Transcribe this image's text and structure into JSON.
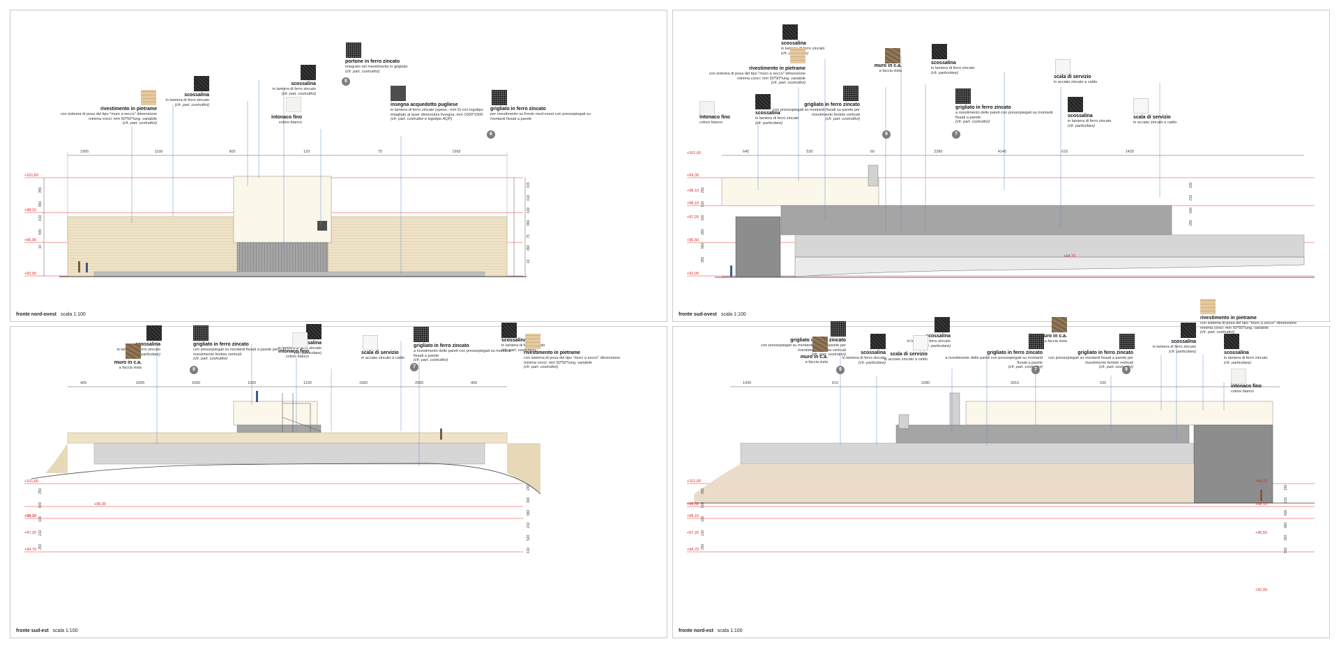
{
  "colors": {
    "stone": "#efe3c7",
    "plaster": "#fbf7ea",
    "grating": "#9b9b9b",
    "concrete": "#d2d2d2",
    "level_red": "#e3312d",
    "leader_blue": "#5f8fc8"
  },
  "panels": [
    {
      "title": "fronte nord-ovest",
      "scale": "scala 1:100",
      "levels": [
        "+101,60",
        "+98,10",
        "+96,00",
        "+92,00"
      ],
      "dims_top": [
        "1965",
        "1100",
        "905",
        "120",
        "75",
        "1965"
      ],
      "dims_left": [
        "355",
        "960",
        "610",
        "540",
        "10"
      ],
      "dims_right": [
        "415",
        "610",
        "100",
        "960",
        "75",
        "390",
        "10"
      ],
      "labels": [
        {
          "title": "rivestimento in pietrame",
          "desc": "con sistema di posa del tipo \"muro a secco\" dimensione minima conci: mm 50*50*lung. variabile",
          "note": "(cfr. part. costruttivi)"
        },
        {
          "title": "scossalina",
          "desc": "in lamiera di ferro zincato",
          "note": "(cfr. part. costruttivi)"
        },
        {
          "title": "scossalina",
          "desc": "in lamiera di ferro zincato",
          "note": "(cfr. part. costruttivi)"
        },
        {
          "title": "intonaco fino",
          "desc": "colore bianco",
          "note": ""
        },
        {
          "title": "portone in ferro zincato",
          "desc": "integrato nel rivestimento in grigliato",
          "note": "(cfr. part. costruttivi)"
        },
        {
          "title": "insegna acquedotto pugliese",
          "desc": "in lamiera di ferro zincato (spess.: mm 5) con logotipo intagliato al laser dimensioni insegna: mm 1000*1000",
          "note": "(cfr. part. costruttivi e logotipo AQP)"
        },
        {
          "title": "grigliato in ferro zincato",
          "desc": "per rivestimento su fronte nord-ovest con pressopiegati su montanti fissati a parete",
          "note": ""
        }
      ],
      "nums": [
        "8",
        "6"
      ]
    },
    {
      "title": "fronte sud-ovest",
      "scale": "scala 1:100",
      "levels": [
        "+101,60",
        "+99,30",
        "+98,10",
        "+98,10",
        "+97,20",
        "+96,50",
        "+94,70",
        "+92,00"
      ],
      "dims_top": [
        "645",
        "530",
        "60",
        "2280",
        "4145",
        "610",
        "1430"
      ],
      "dims_left": [
        "250",
        "610",
        "100",
        "260",
        "960",
        "350"
      ],
      "dims_right": [
        "230",
        "210",
        "600",
        "250"
      ],
      "labels": [
        {
          "title": "scossalina",
          "desc": "in lamiera di ferro zincato",
          "note": "(cfr. particolare)"
        },
        {
          "title": "rivestimento in pietrame",
          "desc": "con sistema di posa del tipo \"muro a secco\" dimensione minima conci: mm 50*50*lung. variabile",
          "note": "(cfr. part. costruttivi)"
        },
        {
          "title": "muro in c.a.",
          "desc": "a faccia vista",
          "note": ""
        },
        {
          "title": "scossalina",
          "desc": "in lamiera di ferro zincato",
          "note": "(cfr. particolare)"
        },
        {
          "title": "scala di servizio",
          "desc": "in acciaio zincato a caldo",
          "note": ""
        },
        {
          "title": "intonaco fino",
          "desc": "colore bianco",
          "note": ""
        },
        {
          "title": "scossalina",
          "desc": "in lamiera di ferro zincato",
          "note": "(cfr. particolare)"
        },
        {
          "title": "grigliato in ferro zincato",
          "desc": "con pressopiegati su montanti fissati su parete per rivestimento fentoie verticali",
          "note": "(cfr. part. costruttivi)"
        },
        {
          "title": "grigliato in ferro zincato",
          "desc": "a rivestimento delle pareti con pressopiegati su montanti fissati a parete",
          "note": "(cfr. part. costruttivi)"
        },
        {
          "title": "scossalina",
          "desc": "in lamiera di ferro zincato",
          "note": "(cfr. particolare)"
        },
        {
          "title": "scala di servizio",
          "desc": "in acciaio zincato a caldo",
          "note": ""
        }
      ],
      "nums": [
        "9",
        "7"
      ]
    },
    {
      "title": "fronte sud-est",
      "scale": "scala 1:100",
      "levels": [
        "+101,60",
        "+99,30",
        "+98,10",
        "+98,10",
        "+97,20",
        "+94,70"
      ],
      "dims_top": [
        "405",
        "2005",
        "1560",
        "1020",
        "1100",
        "1560",
        "2005",
        "405"
      ],
      "dims_left": [
        "250",
        "600",
        "100",
        "210",
        "250"
      ],
      "dims_right": [
        "230",
        "300",
        "960",
        "210",
        "520",
        "610"
      ],
      "labels": [
        {
          "title": "scossalina",
          "desc": "in lamiera di ferro zincato",
          "note": "(cfr. particolare)"
        },
        {
          "title": "muro in c.a.",
          "desc": "a faccia vista",
          "note": ""
        },
        {
          "title": "grigliato in ferro zincato",
          "desc": "con pressopiegati su montanti fissati a parete per rivestimento feritoie verticali",
          "note": "(cfr. part. costruttivi)"
        },
        {
          "title": "scossalina",
          "desc": "in lamiera di ferro zincato",
          "note": "(cfr. particolare)"
        },
        {
          "title": "intonaco fino",
          "desc": "colore bianco",
          "note": ""
        },
        {
          "title": "scala di servizio",
          "desc": "in acciaio zincato a caldo",
          "note": ""
        },
        {
          "title": "grigliato in ferro zincato",
          "desc": "a rivestimento delle pareti con pressopiegati su montanti fissati a parete",
          "note": "(cfr. part. costruttivi)"
        },
        {
          "title": "scossalina",
          "desc": "in lamiera di ferro zincato",
          "note": "(cfr. part. costruttivi)"
        },
        {
          "title": "rivestimento in pietrame",
          "desc": "con sistema di posa del tipo \"muro a secco\" dimensione minima conci: mm 50*50*lung. variabile",
          "note": "(cfr. part. costruttivi)"
        }
      ],
      "nums": [
        "9",
        "7"
      ]
    },
    {
      "title": "fronte nord-est",
      "scale": "scala 1:100",
      "levels": [
        "+101,60",
        "+99,30",
        "+98,10",
        "+97,20",
        "+94,70",
        "+99,15",
        "+98,10",
        "+95,55",
        "+92,00"
      ],
      "dims_top": [
        "1430",
        "610",
        "2280",
        "2810",
        "530"
      ],
      "dims_left": [
        "250",
        "600",
        "100",
        "210",
        "250"
      ],
      "dims_right": [
        "150",
        "210",
        "600",
        "960",
        "260",
        "550"
      ],
      "labels": [
        {
          "title": "grigliato in ferro zincato",
          "desc": "con pressopiegati su montanti fissati a parete per rivestimento feritoie verticali",
          "note": "(cfr. part. costruttivi)"
        },
        {
          "title": "muro in c.a.",
          "desc": "a faccia vista",
          "note": ""
        },
        {
          "title": "scossalina",
          "desc": "in lamiera di ferro zincato",
          "note": "(cfr. particolare)"
        },
        {
          "title": "scossalina",
          "desc": "in lamiera di ferro zincato",
          "note": "(cfr. particolare)"
        },
        {
          "title": "scala di servizio",
          "desc": "in acciaio zincato a caldo",
          "note": ""
        },
        {
          "title": "muro in c.a.",
          "desc": "a faccia vista",
          "note": ""
        },
        {
          "title": "grigliato in ferro zincato",
          "desc": "a rivestimento delle pareti con pressopiegati su montanti fissati a parete",
          "note": "(cfr. part. costruttivi)"
        },
        {
          "title": "grigliato in ferro zincato",
          "desc": "con pressopiegati su montanti fissati a parete per rivestimento feritoie verticali",
          "note": "(cfr. part. costruttivi)"
        },
        {
          "title": "rivestimento in pietrame",
          "desc": "con sistema di posa del tipo \"muro a secco\" dimensione minima conci: mm 50*50*lung. variabile",
          "note": "(cfr. part. costruttivi)"
        },
        {
          "title": "scossalina",
          "desc": "in lamiera di ferro zincato",
          "note": "(cfr. particolare)"
        },
        {
          "title": "scossalina",
          "desc": "in lamiera di ferro zincato",
          "note": "(cfr. particolare)"
        },
        {
          "title": "intonaco fino",
          "desc": "colore bianco",
          "note": ""
        }
      ],
      "nums": [
        "9",
        "7",
        "9"
      ]
    }
  ]
}
